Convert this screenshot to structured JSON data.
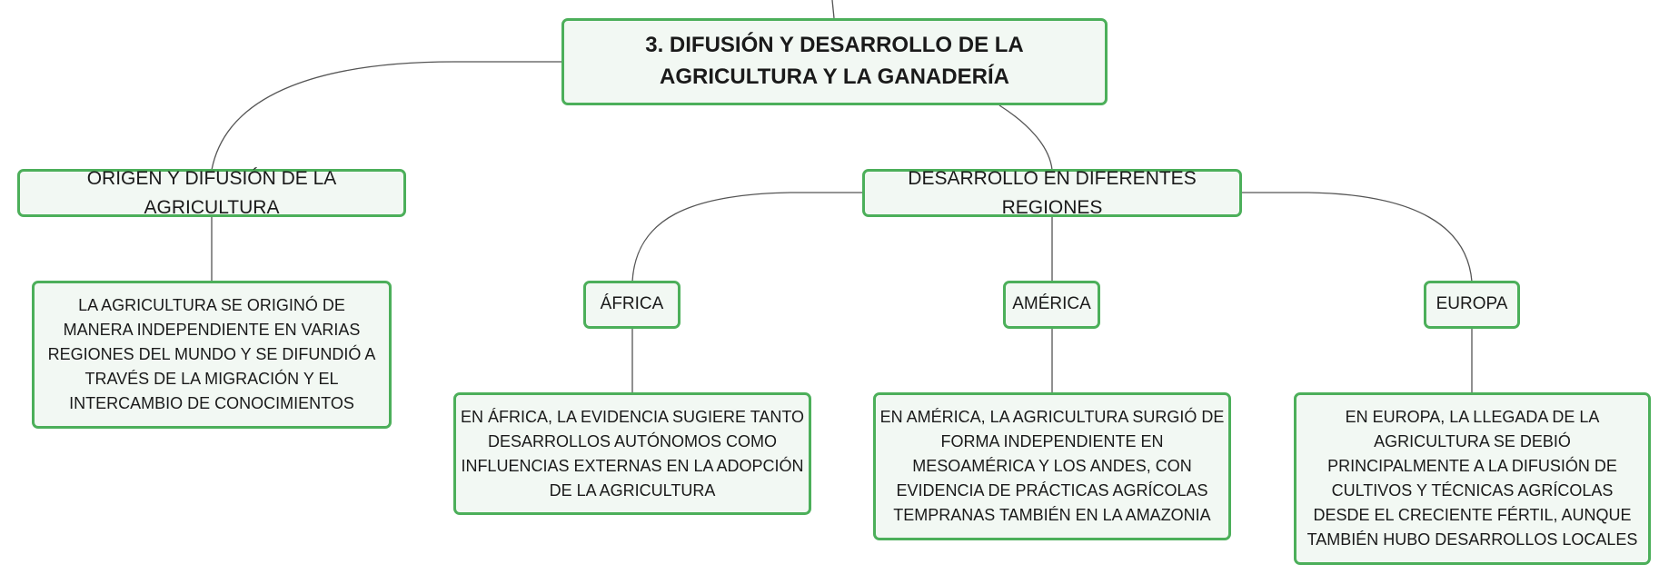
{
  "colors": {
    "node_border": "#4caf5a",
    "node_fill": "#f2f8f3",
    "connector": "#555555"
  },
  "root": {
    "title": "3. DIFUSIÓN Y DESARROLLO DE LA AGRICULTURA Y LA GANADERÍA"
  },
  "origin": {
    "title": "ORIGEN Y DIFUSIÓN DE LA AGRICULTURA",
    "description": "LA AGRICULTURA SE ORIGINÓ DE MANERA INDEPENDIENTE EN VARIAS REGIONES DEL MUNDO Y SE DIFUNDIÓ A TRAVÉS DE LA MIGRACIÓN Y EL INTERCAMBIO DE CONOCIMIENTOS"
  },
  "development": {
    "title": "DESARROLLO EN DIFERENTES REGIONES",
    "regions": [
      {
        "name": "ÁFRICA",
        "description": "EN ÁFRICA, LA EVIDENCIA SUGIERE TANTO DESARROLLOS AUTÓNOMOS COMO INFLUENCIAS EXTERNAS EN LA ADOPCIÓN DE LA AGRICULTURA"
      },
      {
        "name": "AMÉRICA",
        "description": "EN AMÉRICA, LA AGRICULTURA SURGIÓ DE FORMA INDEPENDIENTE EN MESOAMÉRICA Y LOS ANDES, CON EVIDENCIA DE PRÁCTICAS AGRÍCOLAS TEMPRANAS TAMBIÉN EN LA AMAZONIA"
      },
      {
        "name": "EUROPA",
        "description": "EN EUROPA, LA LLEGADA DE LA AGRICULTURA SE DEBIÓ PRINCIPALMENTE A LA DIFUSIÓN DE CULTIVOS Y TÉCNICAS AGRÍCOLAS DESDE EL CRECIENTE FÉRTIL, AUNQUE TAMBIÉN HUBO DESARROLLOS LOCALES"
      }
    ]
  }
}
